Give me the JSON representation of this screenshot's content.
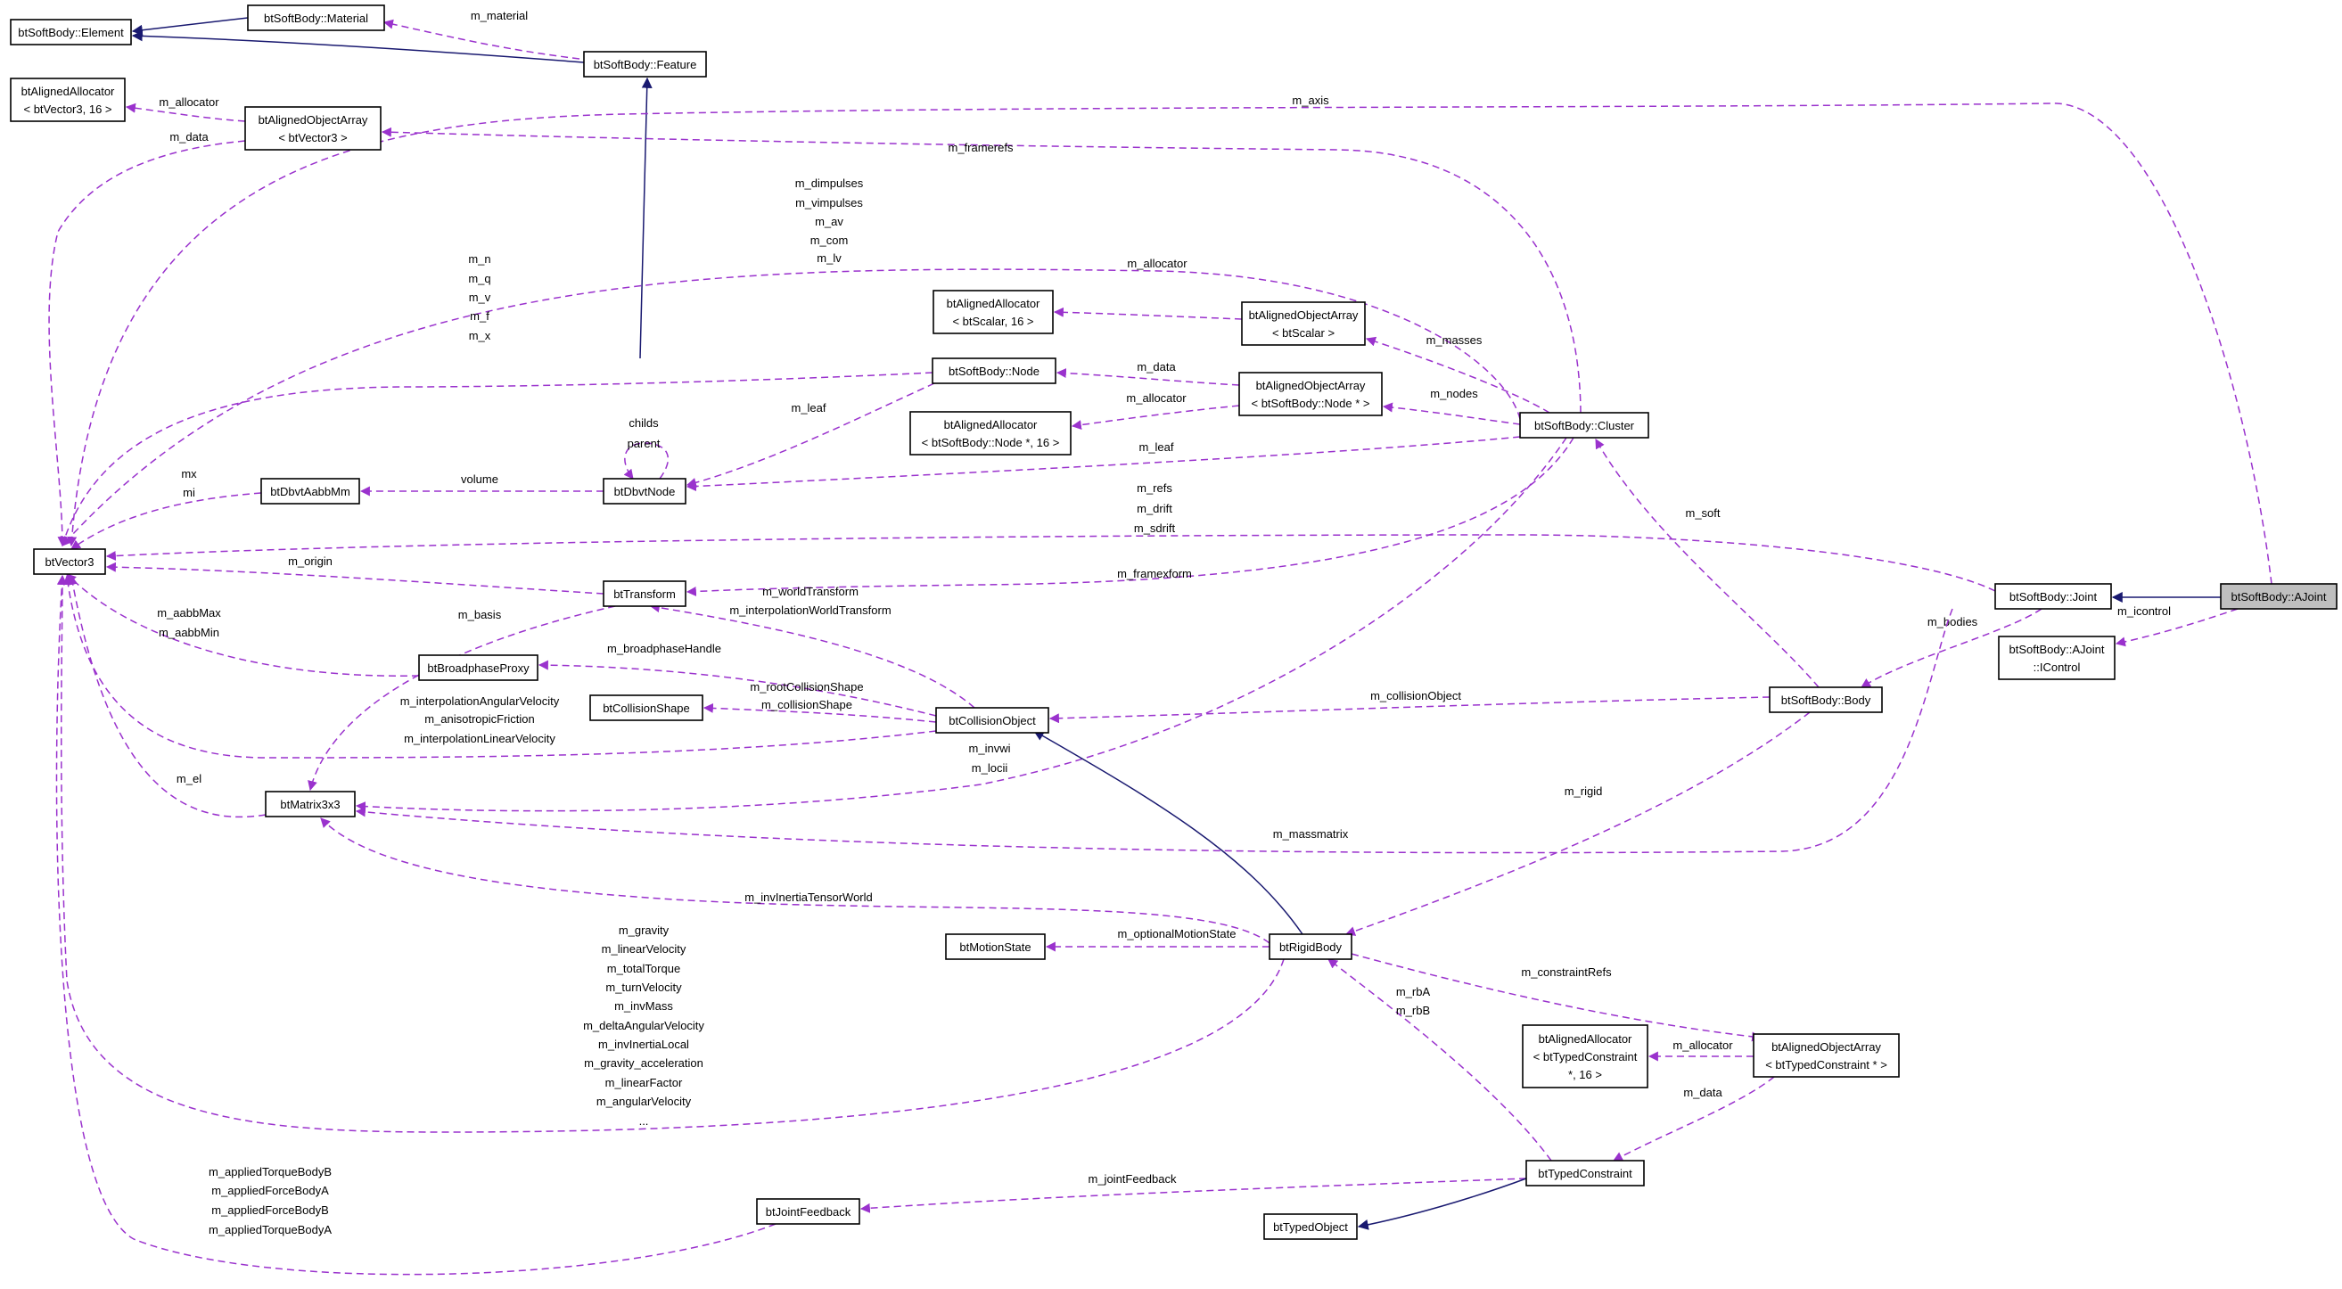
{
  "diagram": {
    "nodes": [
      {
        "id": "element",
        "lines": [
          "btSoftBody::Element"
        ]
      },
      {
        "id": "material",
        "lines": [
          "btSoftBody::Material"
        ]
      },
      {
        "id": "feature",
        "lines": [
          "btSoftBody::Feature"
        ]
      },
      {
        "id": "alloc_v3",
        "lines": [
          "btAlignedAllocator",
          "< btVector3, 16 >"
        ]
      },
      {
        "id": "arr_v3",
        "lines": [
          "btAlignedObjectArray",
          "< btVector3 >"
        ]
      },
      {
        "id": "vector3",
        "lines": [
          "btVector3"
        ]
      },
      {
        "id": "alloc_scalar",
        "lines": [
          "btAlignedAllocator",
          "< btScalar, 16 >"
        ]
      },
      {
        "id": "arr_scalar",
        "lines": [
          "btAlignedObjectArray",
          "< btScalar >"
        ]
      },
      {
        "id": "node",
        "lines": [
          "btSoftBody::Node"
        ]
      },
      {
        "id": "alloc_node",
        "lines": [
          "btAlignedAllocator",
          "< btSoftBody::Node *, 16 >"
        ]
      },
      {
        "id": "arr_node",
        "lines": [
          "btAlignedObjectArray",
          "< btSoftBody::Node * >"
        ]
      },
      {
        "id": "cluster",
        "lines": [
          "btSoftBody::Cluster"
        ]
      },
      {
        "id": "aabbmm",
        "lines": [
          "btDbvtAabbMm"
        ]
      },
      {
        "id": "dbvtnode",
        "lines": [
          "btDbvtNode"
        ]
      },
      {
        "id": "transform",
        "lines": [
          "btTransform"
        ]
      },
      {
        "id": "broadphase",
        "lines": [
          "btBroadphaseProxy"
        ]
      },
      {
        "id": "shape",
        "lines": [
          "btCollisionShape"
        ]
      },
      {
        "id": "colobj",
        "lines": [
          "btCollisionObject"
        ]
      },
      {
        "id": "joint",
        "lines": [
          "btSoftBody::Joint"
        ]
      },
      {
        "id": "ajoint",
        "lines": [
          "btSoftBody::AJoint"
        ]
      },
      {
        "id": "icontrol",
        "lines": [
          "btSoftBody::AJoint",
          "::IControl"
        ]
      },
      {
        "id": "body",
        "lines": [
          "btSoftBody::Body"
        ]
      },
      {
        "id": "matrix",
        "lines": [
          "btMatrix3x3"
        ]
      },
      {
        "id": "motion",
        "lines": [
          "btMotionState"
        ]
      },
      {
        "id": "rigid",
        "lines": [
          "btRigidBody"
        ]
      },
      {
        "id": "alloc_tc",
        "lines": [
          "btAlignedAllocator",
          "< btTypedConstraint",
          "*, 16 >"
        ]
      },
      {
        "id": "arr_tc",
        "lines": [
          "btAlignedObjectArray",
          "< btTypedConstraint * >"
        ]
      },
      {
        "id": "typed",
        "lines": [
          "btTypedConstraint"
        ]
      },
      {
        "id": "feedback",
        "lines": [
          "btJointFeedback"
        ]
      },
      {
        "id": "typedobj",
        "lines": [
          "btTypedObject"
        ]
      }
    ],
    "edges": [
      {
        "id": "e1",
        "kind": "inh",
        "labels": []
      },
      {
        "id": "e2",
        "kind": "inh",
        "labels": []
      },
      {
        "id": "e3",
        "kind": "use",
        "labels": [
          "m_material"
        ]
      },
      {
        "id": "e4",
        "kind": "inh",
        "labels": []
      },
      {
        "id": "e5",
        "kind": "use",
        "labels": [
          "m_allocator"
        ]
      },
      {
        "id": "e6",
        "kind": "use",
        "labels": [
          "m_data"
        ]
      },
      {
        "id": "e7",
        "kind": "use",
        "labels": [
          "m_axis"
        ]
      },
      {
        "id": "e8",
        "kind": "use",
        "labels": [
          "m_framerefs"
        ]
      },
      {
        "id": "e9",
        "kind": "use",
        "labels": [
          "m_dimpulses",
          "m_vimpulses",
          "m_av",
          "m_com",
          "m_lv"
        ]
      },
      {
        "id": "e10",
        "kind": "use",
        "labels": [
          "m_n",
          "m_q",
          "m_v",
          "m_f",
          "m_x"
        ]
      },
      {
        "id": "e11",
        "kind": "use",
        "labels": [
          "m_allocator"
        ]
      },
      {
        "id": "e12",
        "kind": "use",
        "labels": [
          "m_masses"
        ]
      },
      {
        "id": "e13",
        "kind": "use",
        "labels": [
          "m_data"
        ]
      },
      {
        "id": "e14",
        "kind": "use",
        "labels": [
          "m_allocator"
        ]
      },
      {
        "id": "e15",
        "kind": "use",
        "labels": [
          "m_nodes"
        ]
      },
      {
        "id": "e16",
        "kind": "use",
        "labels": [
          "m_leaf"
        ]
      },
      {
        "id": "e17",
        "kind": "use",
        "labels": [
          "m_leaf"
        ]
      },
      {
        "id": "e18",
        "kind": "use",
        "labels": [
          "childs",
          "parent"
        ]
      },
      {
        "id": "e19",
        "kind": "use",
        "labels": [
          "volume"
        ]
      },
      {
        "id": "e20",
        "kind": "use",
        "labels": [
          "mx",
          "mi"
        ]
      },
      {
        "id": "e21",
        "kind": "use",
        "labels": [
          "m_refs",
          "m_drift",
          "m_sdrift"
        ]
      },
      {
        "id": "e22",
        "kind": "use",
        "labels": [
          "m_origin"
        ]
      },
      {
        "id": "e23",
        "kind": "use",
        "labels": [
          "m_framexform"
        ]
      },
      {
        "id": "e24",
        "kind": "use",
        "labels": [
          "m_worldTransform",
          "m_interpolationWorldTransform"
        ]
      },
      {
        "id": "e25",
        "kind": "use",
        "labels": [
          "m_basis"
        ]
      },
      {
        "id": "e26",
        "kind": "use",
        "labels": [
          "m_aabbMax",
          "m_aabbMin"
        ]
      },
      {
        "id": "e27",
        "kind": "use",
        "labels": [
          "m_broadphaseHandle"
        ]
      },
      {
        "id": "e28",
        "kind": "use",
        "labels": [
          "m_rootCollisionShape",
          "m_collisionShape"
        ]
      },
      {
        "id": "e29",
        "kind": "use",
        "labels": [
          "m_interpolationAngularVelocity",
          "m_anisotropicFriction",
          "m_interpolationLinearVelocity"
        ]
      },
      {
        "id": "e30",
        "kind": "use",
        "labels": [
          "m_collisionObject"
        ]
      },
      {
        "id": "e31",
        "kind": "inh",
        "labels": []
      },
      {
        "id": "e32",
        "kind": "use",
        "labels": [
          "m_icontrol"
        ]
      },
      {
        "id": "e33",
        "kind": "use",
        "labels": [
          "m_bodies"
        ]
      },
      {
        "id": "e34",
        "kind": "use",
        "labels": [
          "m_soft"
        ]
      },
      {
        "id": "e35",
        "kind": "use",
        "labels": [
          "m_rigid"
        ]
      },
      {
        "id": "e36",
        "kind": "use",
        "labels": [
          "m_invwi",
          "m_locii"
        ]
      },
      {
        "id": "e37",
        "kind": "use",
        "labels": [
          "m_massmatrix"
        ]
      },
      {
        "id": "e38",
        "kind": "use",
        "labels": [
          "m_el"
        ]
      },
      {
        "id": "e39",
        "kind": "inh",
        "labels": []
      },
      {
        "id": "e40",
        "kind": "use",
        "labels": [
          "m_invInertiaTensorWorld"
        ]
      },
      {
        "id": "e41",
        "kind": "use",
        "labels": [
          "m_optionalMotionState"
        ]
      },
      {
        "id": "e42",
        "kind": "use",
        "labels": [
          "m_gravity",
          "m_linearVelocity",
          "m_totalTorque",
          "m_turnVelocity",
          "m_invMass",
          "m_deltaAngularVelocity",
          "m_invInertiaLocal",
          "m_gravity_acceleration",
          "m_linearFactor",
          "m_angularVelocity",
          "..."
        ]
      },
      {
        "id": "e43",
        "kind": "use",
        "labels": [
          "m_constraintRefs"
        ]
      },
      {
        "id": "e44",
        "kind": "use",
        "labels": [
          "m_allocator"
        ]
      },
      {
        "id": "e45",
        "kind": "use",
        "labels": [
          "m_data"
        ]
      },
      {
        "id": "e46",
        "kind": "use",
        "labels": [
          "m_rbA",
          "m_rbB"
        ]
      },
      {
        "id": "e47",
        "kind": "use",
        "labels": [
          "m_jointFeedback"
        ]
      },
      {
        "id": "e48",
        "kind": "use",
        "labels": [
          "m_appliedTorqueBodyB",
          "m_appliedForceBodyA",
          "m_appliedForceBodyB",
          "m_appliedTorqueBodyA"
        ]
      },
      {
        "id": "e49",
        "kind": "inh",
        "labels": []
      }
    ]
  }
}
